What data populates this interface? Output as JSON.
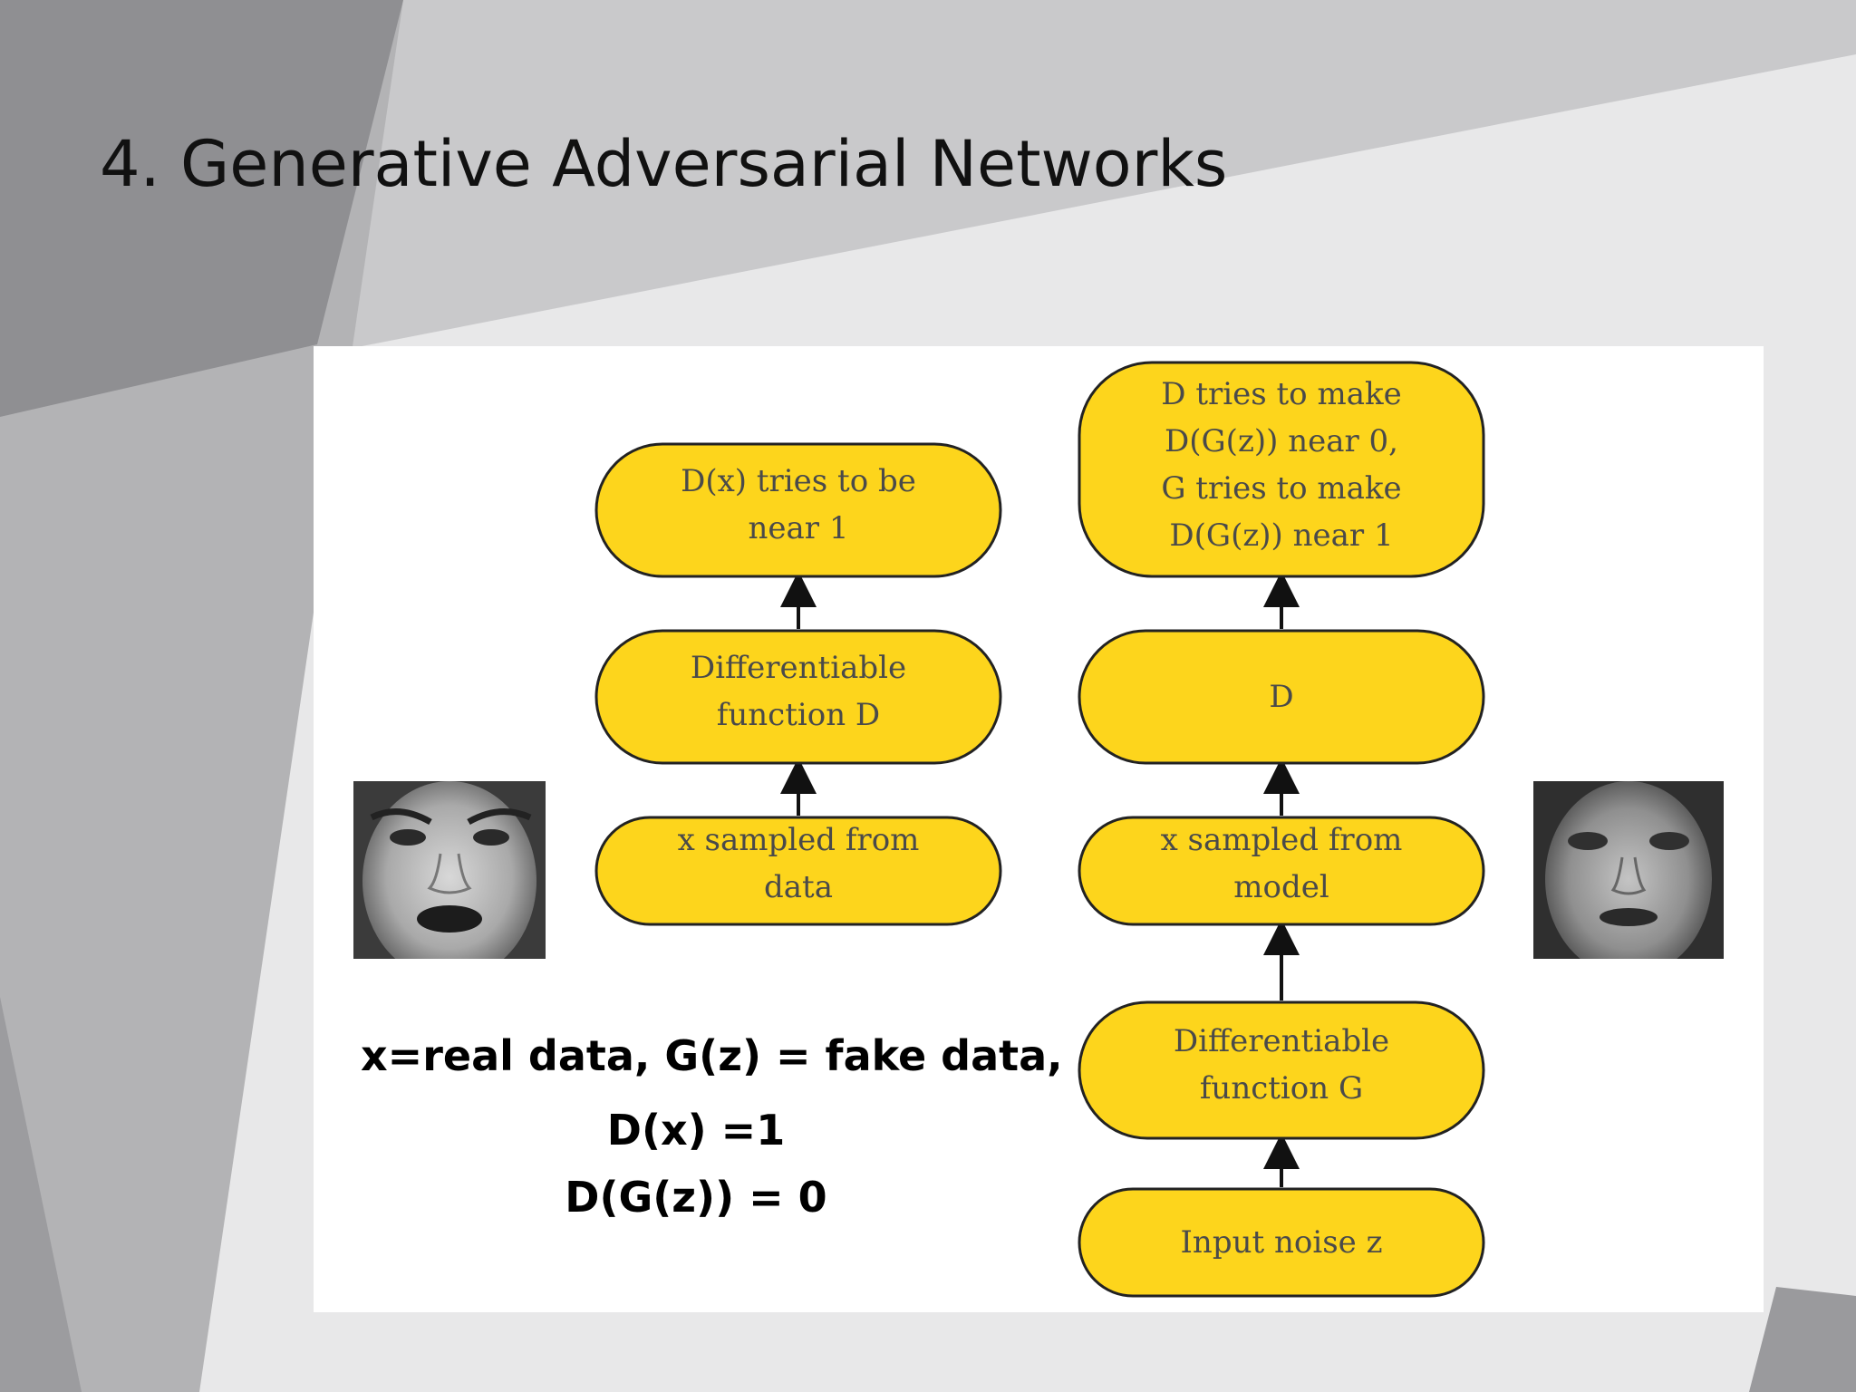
{
  "slide": {
    "title": "4. Generative Adversarial Networks"
  },
  "diagram": {
    "left_column": [
      {
        "id": "real-sample",
        "lines": [
          "x sampled from",
          "data"
        ]
      },
      {
        "id": "discriminator-real",
        "lines": [
          "Differentiable",
          "function D"
        ]
      },
      {
        "id": "d-real-goal",
        "lines": [
          "D(x) tries to be",
          "near 1"
        ]
      }
    ],
    "right_column": [
      {
        "id": "input-noise",
        "lines": [
          "Input noise z"
        ]
      },
      {
        "id": "generator",
        "lines": [
          "Differentiable",
          "function G"
        ]
      },
      {
        "id": "fake-sample",
        "lines": [
          "x sampled from",
          "model"
        ]
      },
      {
        "id": "discriminator-fake",
        "lines": [
          "D"
        ]
      },
      {
        "id": "d-fake-goal",
        "lines": [
          "D tries to make",
          "D(G(z)) near 0,",
          "G tries to make",
          "D(G(z)) near 1"
        ]
      }
    ],
    "colors": {
      "node_fill": "#fdd51c",
      "node_stroke": "#222222"
    }
  },
  "equations": {
    "line1": "x=real data, G(z) = fake data,",
    "line2": "D(x) =1",
    "line3": "D(G(z)) = 0"
  },
  "images": {
    "real_face": "real-face-photo",
    "fake_face": "generated-face-photo"
  }
}
